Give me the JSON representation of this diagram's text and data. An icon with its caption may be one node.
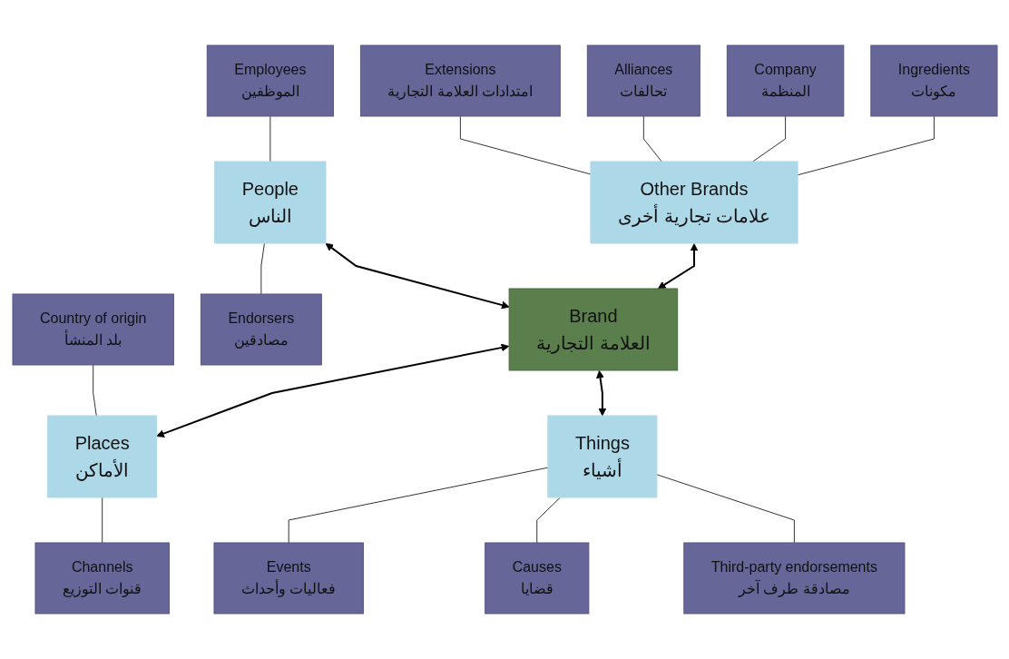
{
  "diagram": {
    "nodes": [
      {
        "text": [
          "Other Brands",
          "علامات تجارية أخرى"
        ]
      },
      {
        "text": [
          "People",
          "الناس"
        ]
      },
      {
        "text": [
          "Brand",
          "العلامة التجارية"
        ]
      },
      {
        "text": [
          "Places",
          "الأماكن"
        ]
      },
      {
        "text": [
          "Things",
          "أشياء"
        ]
      },
      {
        "text": [
          "Ingredients",
          "مكونات"
        ]
      },
      {
        "text": [
          "Company",
          "المنظمة"
        ]
      },
      {
        "text": [
          "Alliances",
          "تحالفات"
        ]
      },
      {
        "text": [
          "Extensions",
          "امتدادات العلامة التجارية"
        ]
      },
      {
        "text": [
          "Employees",
          "الموظفين"
        ]
      },
      {
        "text": [
          "Endorsers",
          "مصادقين"
        ]
      },
      {
        "text": [
          "Country of origin",
          "بلد المنشأ"
        ]
      },
      {
        "text": [
          "Channels",
          "قنوات التوزيع"
        ]
      },
      {
        "text": [
          "Events",
          "فعاليات وأحداث"
        ]
      },
      {
        "text": [
          "Causes",
          "قضايا"
        ]
      },
      {
        "text": [
          "Third-party endorsements",
          "مصادقة طرف آخر"
        ]
      }
    ],
    "edges": [
      {
        "from": 5,
        "to": 0,
        "arrow": "none"
      },
      {
        "from": 6,
        "to": 0,
        "arrow": "none"
      },
      {
        "from": 7,
        "to": 0,
        "arrow": "none"
      },
      {
        "from": 8,
        "to": 0,
        "arrow": "none"
      },
      {
        "from": 0,
        "to": 2,
        "arrow": "both"
      },
      {
        "from": 9,
        "to": 1,
        "arrow": "none"
      },
      {
        "from": 1,
        "to": 10,
        "arrow": "none"
      },
      {
        "from": 1,
        "to": 2,
        "arrow": "both"
      },
      {
        "from": 2,
        "to": 3,
        "arrow": "both"
      },
      {
        "from": 11,
        "to": 3,
        "arrow": "none"
      },
      {
        "from": 3,
        "to": 12,
        "arrow": "none"
      },
      {
        "from": 2,
        "to": 4,
        "arrow": "both"
      },
      {
        "from": 4,
        "to": 13,
        "arrow": "none"
      },
      {
        "from": 4,
        "to": 14,
        "arrow": "none"
      },
      {
        "from": 4,
        "to": 15,
        "arrow": "none"
      }
    ]
  }
}
